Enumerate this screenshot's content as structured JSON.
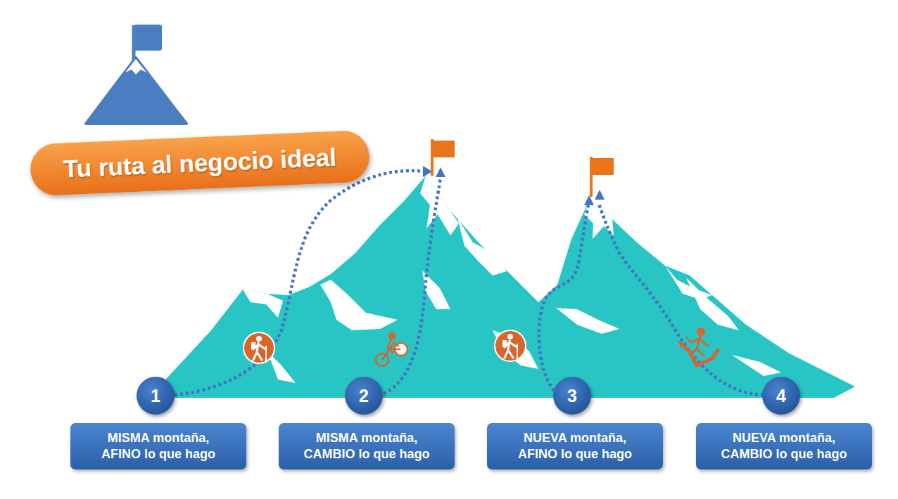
{
  "diagram": {
    "title": "Tu ruta al negocio ideal",
    "nodes": [
      {
        "text": [
          "1"
        ]
      },
      {
        "text": [
          "2"
        ]
      },
      {
        "text": [
          "3"
        ]
      },
      {
        "text": [
          "4"
        ]
      },
      {
        "text": [
          "MISMA montaña, AFINO lo que hago"
        ]
      },
      {
        "text": [
          "MISMA montaña, CAMBIO lo que hago"
        ]
      },
      {
        "text": [
          "NUEVA montaña, AFINO lo que hago"
        ]
      },
      {
        "text": [
          "NUEVA montaña, CAMBIO lo que hago"
        ]
      }
    ]
  }
}
